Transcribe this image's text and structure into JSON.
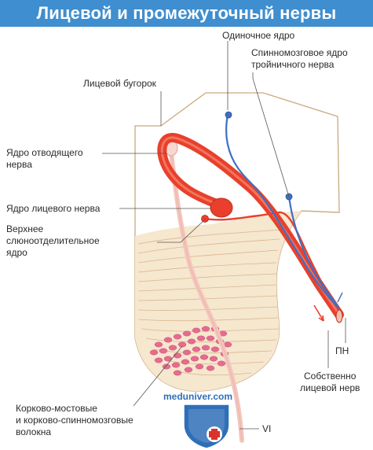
{
  "title": "Лицевой и промежуточный нервы",
  "labels": {
    "solitary_nucleus": "Одиночное ядро",
    "spinal_trigeminal": "Спинномозговое ядро\nтройничного нерва",
    "facial_colliculus": "Лицевой бугорок",
    "abducens_nucleus": "Ядро отводящего\nнерва",
    "facial_nucleus": "Ядро лицевого нерва",
    "superior_salivatory": "Верхнее\nслюноотделительное\nядро",
    "pn": "ПН",
    "facial_nerve_proper": "Собственно\nлицевой нерв",
    "corticopontine": "Корково-мостовые\nи корково-спинномозговые\nволокна",
    "vi": "VI"
  },
  "watermark": "meduniver.com",
  "colors": {
    "title_bg": "#3f8ecf",
    "motor": "#e8402c",
    "sensory": "#3e6fc4",
    "tissue": "#f6e7cf",
    "fibers": "#e56b8f"
  }
}
